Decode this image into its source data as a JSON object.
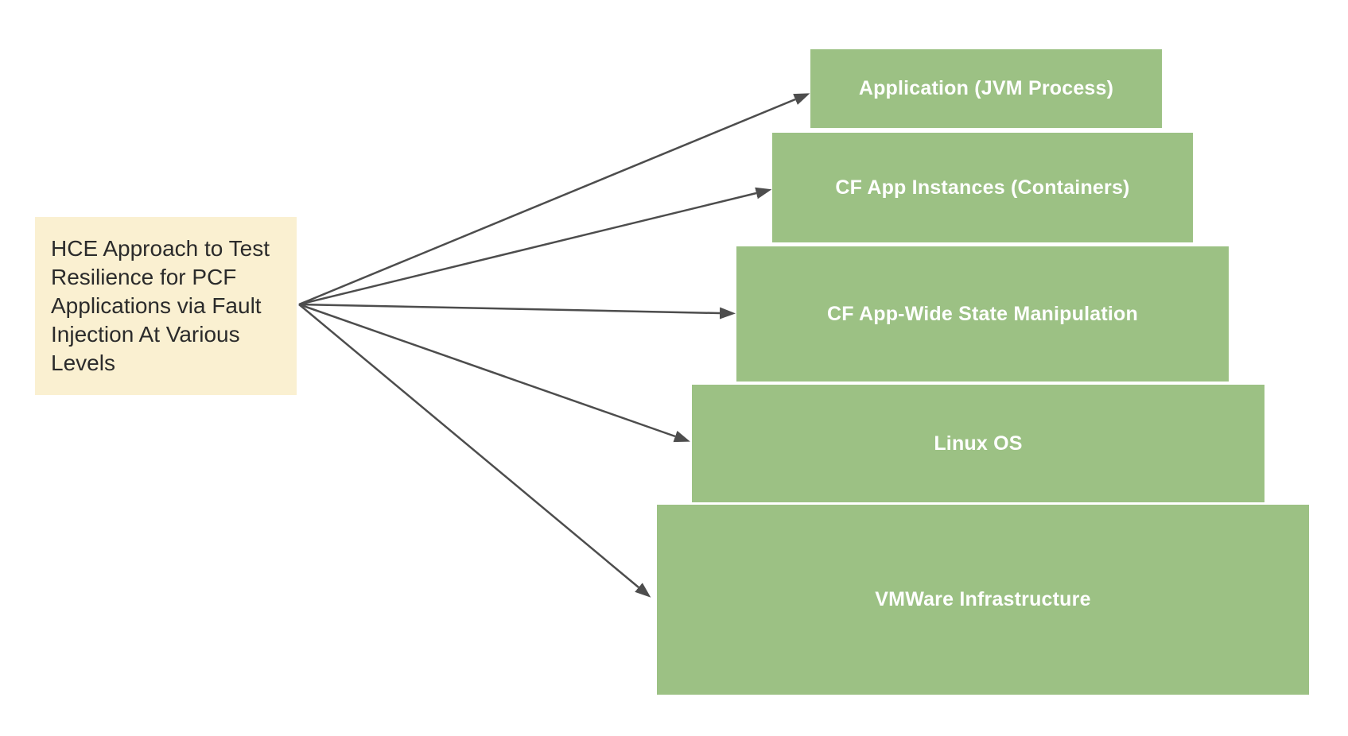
{
  "note": {
    "text": "HCE Approach to Test Resilience for PCF Applications via Fault Injection At Various Levels"
  },
  "levels": [
    {
      "label": "Application (JVM Process)"
    },
    {
      "label": "CF App Instances (Containers)"
    },
    {
      "label": "CF App-Wide State Manipulation"
    },
    {
      "label": "Linux OS"
    },
    {
      "label": "VMWare Infrastructure"
    }
  ],
  "colors": {
    "level_fill": "#9CC184",
    "note_fill": "#FAF0D1",
    "arrow": "#4D4D4D",
    "level_text": "#FFFFFF",
    "note_text": "#2B2B2B",
    "background": "#FFFFFF"
  }
}
